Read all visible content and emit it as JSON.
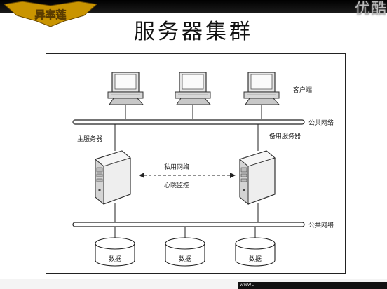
{
  "title": "服务器集群",
  "watermark": "优酷",
  "logo_text": "异率莲",
  "bottom_url": "www.",
  "diagram": {
    "client_label": "客户端",
    "public_network_top": "公共网络",
    "public_network_bottom": "公共网络",
    "primary_server": "主服务器",
    "backup_server": "备用服务器",
    "private_network": "私用网络",
    "heartbeat": "心跳监控",
    "data_labels": [
      "数据",
      "数据",
      "数据"
    ]
  },
  "colors": {
    "logo_gold": "#d9a300",
    "line": "#222222"
  }
}
